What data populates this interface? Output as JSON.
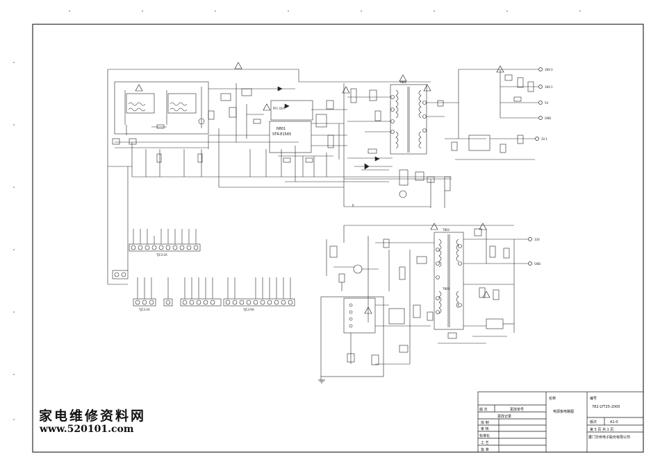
{
  "schematic": {
    "title_block": {
      "name_label": "名称",
      "name_value": "电源板电路图",
      "code_label": "编号",
      "code_value": "782-LYT25-2000",
      "version_label": "版次",
      "version_value": "A1-0",
      "page_info": "第 5 页  共 1 页",
      "company": "厦门华侨电子股份有限公司",
      "rev_label": "版 次",
      "rev_no_label": "更改单号",
      "rev_record": "更改记录",
      "roles": [
        "拟 制",
        "审 核",
        "标准化",
        "工 艺",
        "批 准"
      ]
    },
    "ic_labels": {
      "n801_ref": "N801",
      "n801_part": "STR-E1565",
      "pfc_out": "PFC OUT",
      "t801": "T801",
      "t802": "T802",
      "t803": "T803"
    },
    "connectors": {
      "xp1": "TJC3-2A",
      "xp2": "TJC3-2A",
      "xp3": "TJC3-9A",
      "outputs": [
        "18V-3",
        "18V-1",
        "5V",
        "GND",
        "3V-1",
        "33V",
        "GND"
      ]
    },
    "symbols": {
      "warning_icon": "warning-triangle-icon",
      "ground_icon": "ground-icon"
    }
  },
  "watermark": {
    "line1": "家电维修资料网",
    "line2": "www.520101.com"
  }
}
